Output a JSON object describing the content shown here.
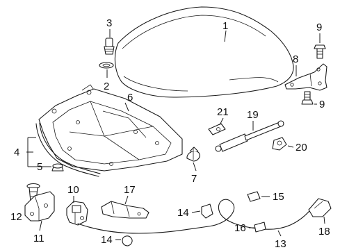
{
  "diagram": {
    "callouts": [
      {
        "id": "c1",
        "text": "1"
      },
      {
        "id": "c2",
        "text": "2"
      },
      {
        "id": "c3",
        "text": "3"
      },
      {
        "id": "c4",
        "text": "4"
      },
      {
        "id": "c5",
        "text": "5"
      },
      {
        "id": "c6",
        "text": "6"
      },
      {
        "id": "c7",
        "text": "7"
      },
      {
        "id": "c8",
        "text": "8"
      },
      {
        "id": "c9a",
        "text": "9"
      },
      {
        "id": "c9b",
        "text": "9"
      },
      {
        "id": "c10",
        "text": "10"
      },
      {
        "id": "c11",
        "text": "11"
      },
      {
        "id": "c12",
        "text": "12"
      },
      {
        "id": "c13",
        "text": "13"
      },
      {
        "id": "c14a",
        "text": "14"
      },
      {
        "id": "c14b",
        "text": "14"
      },
      {
        "id": "c15",
        "text": "15"
      },
      {
        "id": "c16",
        "text": "16"
      },
      {
        "id": "c17",
        "text": "17"
      },
      {
        "id": "c18",
        "text": "18"
      },
      {
        "id": "c19",
        "text": "19"
      },
      {
        "id": "c20",
        "text": "20"
      },
      {
        "id": "c21",
        "text": "21"
      }
    ]
  }
}
